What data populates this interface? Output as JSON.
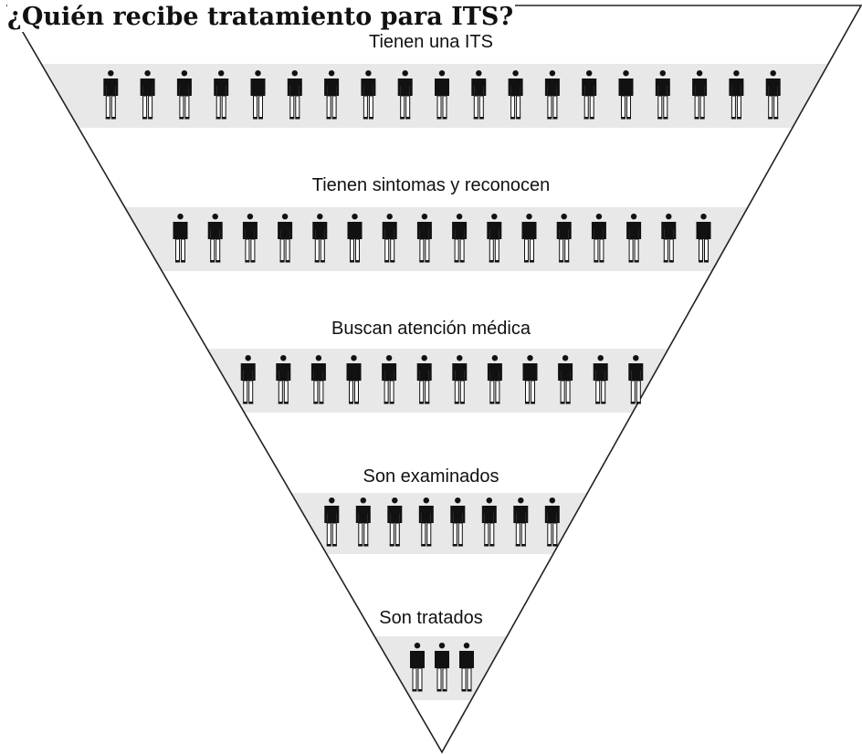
{
  "title": "¿Quién recibe tratamiento para ITS?",
  "icons": {
    "person": "person-icon"
  },
  "colors": {
    "band": "#e8e8e8",
    "outline": "#222222",
    "figure": "#111111",
    "legs": "#ffffff"
  },
  "levels": [
    {
      "label": "Tienen una ITS",
      "count": 19
    },
    {
      "label": "Tienen sintomas y reconocen",
      "count": 16
    },
    {
      "label": "Buscan atención médica",
      "count": 12
    },
    {
      "label": "Son examinados",
      "count": 8
    },
    {
      "label": "Son tratados",
      "count": 3
    }
  ]
}
